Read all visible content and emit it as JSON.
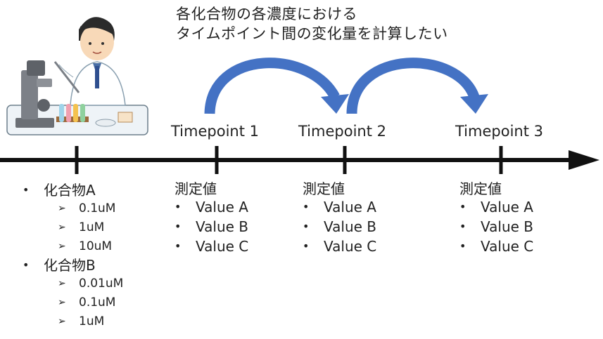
{
  "title_lines": [
    "各化合物の各濃度における",
    "タイムポイント間の変化量を計算したい"
  ],
  "timepoints": [
    "Timepoint 1",
    "Timepoint 2",
    "Timepoint 3"
  ],
  "measurement": {
    "heading": "測定値",
    "values": [
      "Value A",
      "Value B",
      "Value C"
    ]
  },
  "compounds": [
    {
      "name": "化合物A",
      "concentrations": [
        "0.1uM",
        "1uM",
        "10uM"
      ]
    },
    {
      "name": "化合物B",
      "concentrations": [
        "0.01uM",
        "0.1uM",
        "1uM"
      ]
    }
  ],
  "colors": {
    "axis": "#111111",
    "arrow": "#4472c4",
    "arrow_dark": "#2f528f"
  },
  "illustration": "scientist-with-microscope"
}
